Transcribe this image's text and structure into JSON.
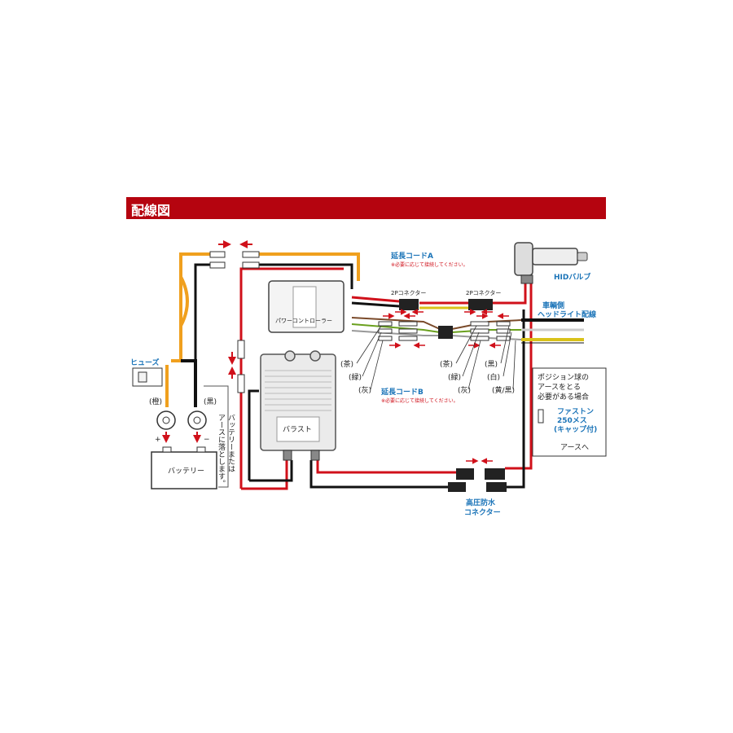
{
  "header": {
    "title": "配線図"
  },
  "colors": {
    "header": "#b5040f",
    "wire_red": "#d0101a",
    "wire_black": "#111111",
    "wire_orange": "#f0a01e",
    "wire_yellow": "#d9c21a",
    "wire_green": "#6aa01e",
    "wire_brown": "#7a4a2a",
    "label_blue": "#1b74b8"
  },
  "labels": {
    "fuse": "ヒューズ",
    "orange": "(橙)",
    "black": "(黒)",
    "plus": "+",
    "minus": "−",
    "battery": "バッテリー",
    "battery_or_ground": [
      "バッテリーまたは",
      "アースに落とします。"
    ],
    "power_controller": "パワーコントローラー",
    "ballast": "バラスト",
    "ext_cord_a": "延長コードA",
    "ext_cord_a_note": "※必要に応じて接続してください。",
    "ext_cord_b": "延長コードB",
    "ext_cord_b_note": "※必要に応じて接続してください。",
    "connector_2p_left": "2Pコネクター",
    "connector_2p_right": "2Pコネクター",
    "hid_bulb": "HIDバルブ",
    "vehicle_side": "車輌側",
    "headlight_wiring": "ヘッドライト配線",
    "left_brown": "(茶)",
    "left_green": "(緑)",
    "left_gray": "(灰)",
    "mid_brown": "(茶)",
    "mid_green": "(緑)",
    "mid_gray": "(灰)",
    "right_black": "(黒)",
    "right_white": "(白)",
    "right_yellow_black": "(黄/黒)",
    "position_note": [
      "ポジション球の",
      "アースをとる",
      "必要がある場合"
    ],
    "faston": "ファストン",
    "faston_size": "250メス",
    "faston_cap": "(キャップ付)",
    "to_ground": "アースへ",
    "hv_connector": [
      "高圧防水",
      "コネクター"
    ]
  }
}
